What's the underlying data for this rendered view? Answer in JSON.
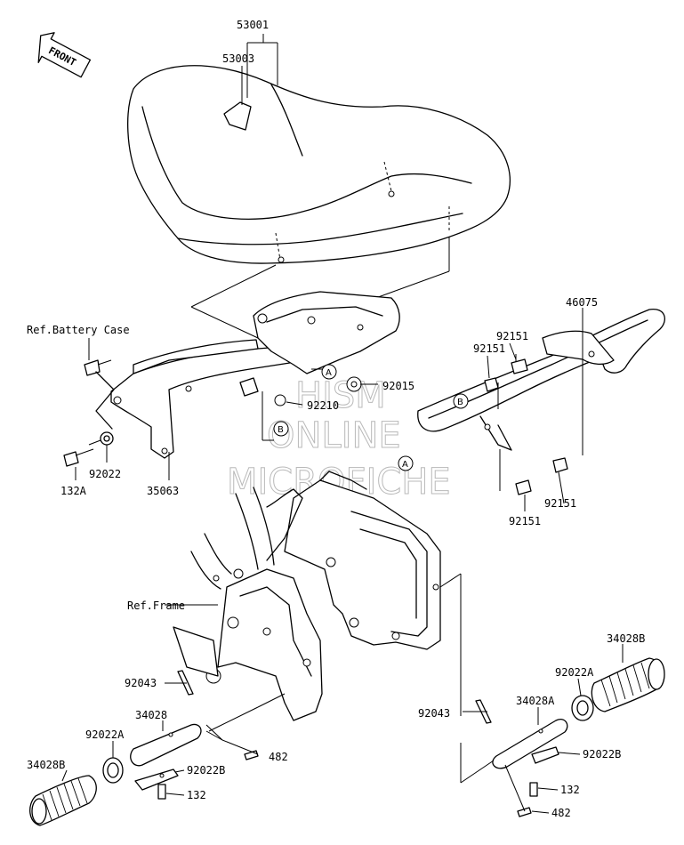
{
  "labels": {
    "p53001": "53001",
    "p53003": "53003",
    "ref_battery_case": "Ref.Battery Case",
    "p46075": "46075",
    "p92151_a": "92151",
    "p92151_b": "92151",
    "p92015": "92015",
    "p92210": "92210",
    "p92022": "92022",
    "p132a": "132A",
    "p35063": "35063",
    "p92151_c": "92151",
    "p92151_d": "92151",
    "ref_frame": "Ref.Frame",
    "p92043_l": "92043",
    "p34028": "34028",
    "p92022a_l": "92022A",
    "p92022b_l": "92022B",
    "p482_l": "482",
    "p34028b_l": "34028B",
    "p132_l": "132",
    "p34028b_r": "34028B",
    "p92022a_r": "92022A",
    "p34028a": "34028A",
    "p92043_r": "92043",
    "p92022b_r": "92022B",
    "p132_r": "132",
    "p482_r": "482"
  },
  "callouts": {
    "a1": "A",
    "a2": "A",
    "b1": "B",
    "b2": "B"
  },
  "front_arrow": "FRONT",
  "watermark": {
    "line1": "HISM",
    "line2": "ONLINE",
    "line3": "MICROFICHE"
  }
}
